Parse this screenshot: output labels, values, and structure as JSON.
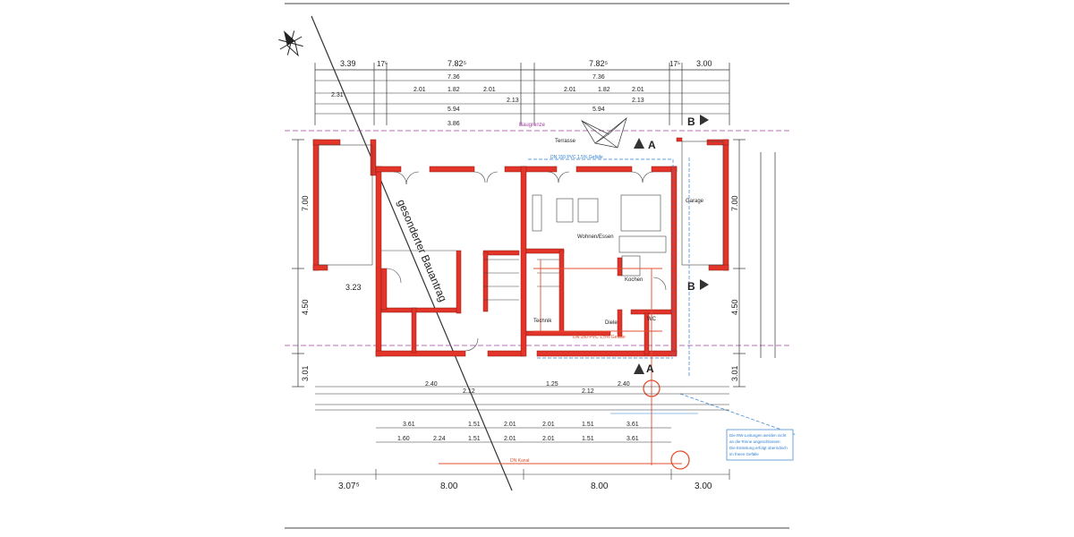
{
  "plan": {
    "diagonal_label": "gesonderter Bauantrag",
    "section_label_a": "A",
    "section_label_b": "B",
    "rooms": {
      "terrasse": "Terrasse",
      "wohnen": "Wohnen/Essen",
      "garage": "Garage",
      "kochen": "Kochen",
      "technik": "Technik",
      "diele": "Diele",
      "wc": "WC"
    },
    "notes": {
      "bauantrag_ref": "Baugrenze",
      "rohr_main": "DN 150 PVC 1,5% Gefälle",
      "kanal": "DN Kanal",
      "hint_line1": "Die RW-Leitungen werden nicht",
      "hint_line2": "an die Rinne angeschlossen.",
      "hint_line3": "Die Einleitung erfolgt oberirdisch",
      "hint_line4": "im freien Gefälle"
    },
    "dims_top_row1": [
      "3.39",
      "17⁵",
      "7.82⁵",
      "7.82⁵",
      "17⁵",
      "3.00"
    ],
    "dims_top_row2": [
      "7.36",
      "7.36"
    ],
    "dims_top_row3": [
      "2.31",
      "2.01",
      "1.82",
      "2.01",
      "2.01",
      "1.82",
      "2.01"
    ],
    "dims_top_row4": [
      "5.94",
      "2.13",
      "2.13",
      "5.94"
    ],
    "dims_top_row5": [
      "3.86"
    ],
    "dims_left": [
      "7.00",
      "4.50",
      "3.01"
    ],
    "dims_left_inner": [
      "3.23"
    ],
    "dims_right": [
      "7.00",
      "4.50",
      "3.01"
    ],
    "dims_bottom_row1": [
      "2.40",
      "2.12",
      "1.25",
      "2.12",
      "2.40"
    ],
    "dims_bottom_row2": [
      "3.61",
      "1.51",
      "2.01",
      "2.01",
      "1.51",
      "3.61"
    ],
    "dims_bottom_row3": [
      "1.60",
      "2.24",
      "1.51",
      "2.01",
      "2.01",
      "1.51",
      "3.61"
    ],
    "dims_bottom_total": [
      "3.07⁵",
      "8.00",
      "8.00",
      "3.00"
    ],
    "colors": {
      "wall": "#e3342a",
      "line": "#333333",
      "dash": "#a040a0",
      "pipe": "#2f7fd1",
      "drain": "#e25030"
    }
  }
}
